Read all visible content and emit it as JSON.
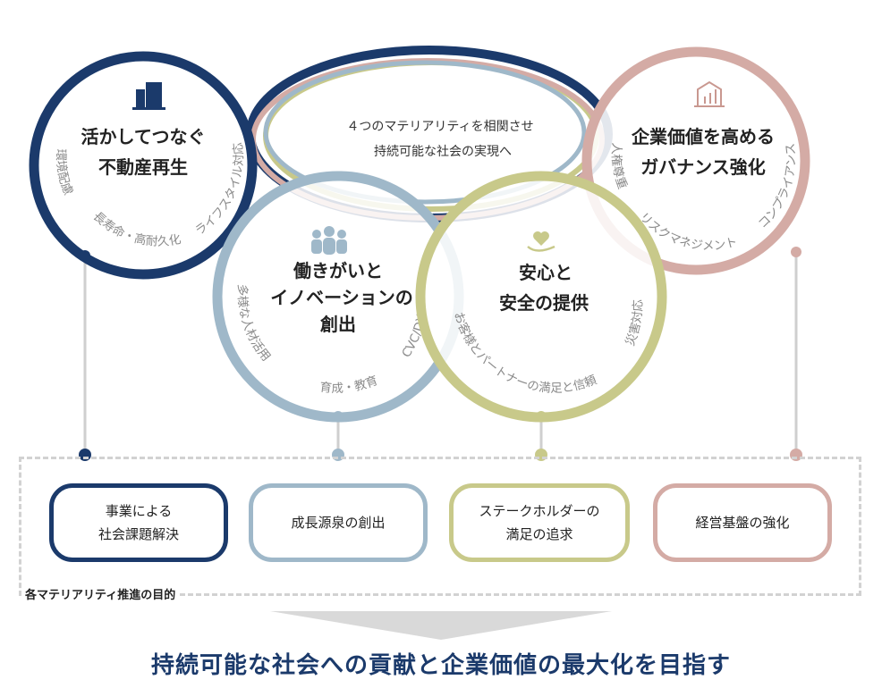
{
  "center": {
    "line1": "４つのマテリアリティを相関させ",
    "line2": "持続可能な社会の実現へ"
  },
  "circles": [
    {
      "color": "#1b3a6b",
      "icon": "building-icon",
      "title": [
        "活かしてつなぐ",
        "不動産再生"
      ],
      "arc_left": "環境配慮",
      "arc_bottom": "長寿命・高耐久化",
      "arc_right": "ライフスタイル対応"
    },
    {
      "color": "#9fb8c9",
      "icon": "people-icon",
      "title": [
        "働きがいと",
        "イノベーションの",
        "創出"
      ],
      "arc_left": "多様な人材活用",
      "arc_bottom": "育成・教育",
      "arc_right": "CVC/DX"
    },
    {
      "color": "#c8c98a",
      "icon": "heart-hand-icon",
      "title": [
        "安心と",
        "安全の提供"
      ],
      "arc_left": "お客様とパートナーの満足と信頼",
      "arc_right": "災害対応"
    },
    {
      "color": "#d4aba5",
      "icon": "growth-house-icon",
      "title": [
        "企業価値を高める",
        "ガバナンス強化"
      ],
      "arc_left": "人権尊重",
      "arc_bottom": "リスクマネジメント",
      "arc_right": "コンプライアンス"
    }
  ],
  "purpose_label": "各マテリアリティ推進の目的",
  "purposes": [
    {
      "line1": "事業による",
      "line2": "社会課題解決",
      "color": "#1b3a6b"
    },
    {
      "line1": "成長源泉の創出",
      "line2": "",
      "color": "#9fb8c9"
    },
    {
      "line1": "ステークホルダーの",
      "line2": "満足の追求",
      "color": "#c8c98a"
    },
    {
      "line1": "経営基盤の強化",
      "line2": "",
      "color": "#d4aba5"
    }
  ],
  "goal": "持続可能な社会への貢献と企業価値の最大化を目指す"
}
